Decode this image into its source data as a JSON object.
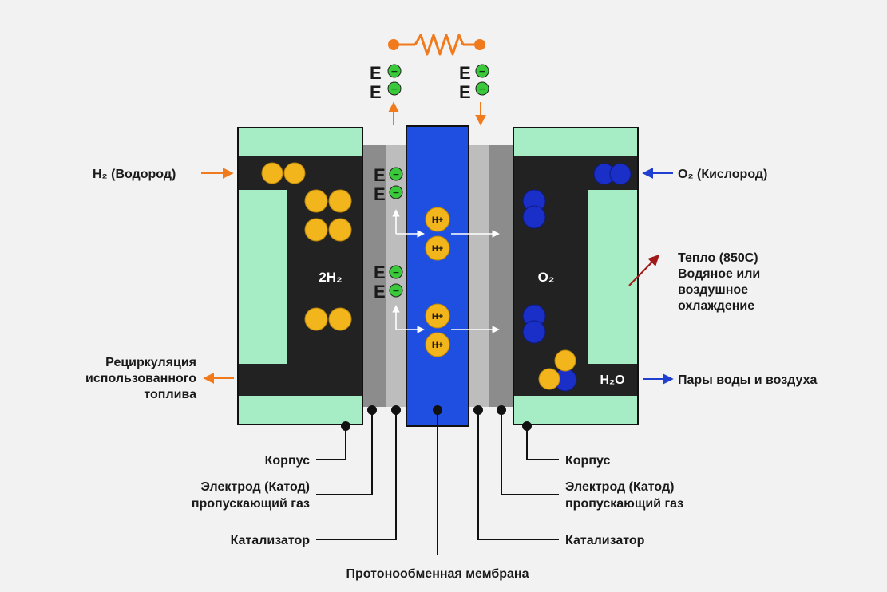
{
  "labels": {
    "h2_input": "H₂ (Водород)",
    "o2_input": "O₂ (Кислород)",
    "anode_gas": "2H₂",
    "cathode_gas": "O₂",
    "water": "H₂O",
    "heat_line1": "Тепло (850С)",
    "heat_line2": "Водяное или",
    "heat_line3": "воздушное",
    "heat_line4": "охлаждение",
    "recirc_line1": "Рециркуляция",
    "recirc_line2": "использованного",
    "recirc_line3": "топлива",
    "vapor_out": "Пары воды и воздуха",
    "housing_left": "Корпус",
    "housing_right": "Корпус",
    "electrode_left_line1": "Электрод (Катод)",
    "electrode_left_line2": "пропускающий газ",
    "electrode_right_line1": "Электрод (Катод)",
    "electrode_right_line2": "пропускающий газ",
    "catalyst_left": "Катализатор",
    "catalyst_right": "Катализатор",
    "membrane": "Протонообменная мембрана",
    "proton": "H+",
    "electron": "−",
    "electron_symbol": "E"
  },
  "colors": {
    "background": "#f2f2f2",
    "housing_green": "#a6ecc5",
    "chamber_dark": "#222222",
    "membrane_blue": "#1f4fe0",
    "electrode_gray": "#8c8c8c",
    "catalyst_gray": "#bdbdbd",
    "hydrogen_yellow": "#f2b51c",
    "oxygen_blue": "#1a2fc8",
    "electron_green": "#39c93a",
    "orange_arrow": "#f07a1c",
    "blue_arrow": "#1f3fd0",
    "heat_arrow": "#a01818"
  },
  "icons": {
    "load": "resistor-icon",
    "electron": "electron-icon",
    "hydrogen": "hydrogen-molecule-icon",
    "oxygen": "oxygen-molecule-icon"
  }
}
